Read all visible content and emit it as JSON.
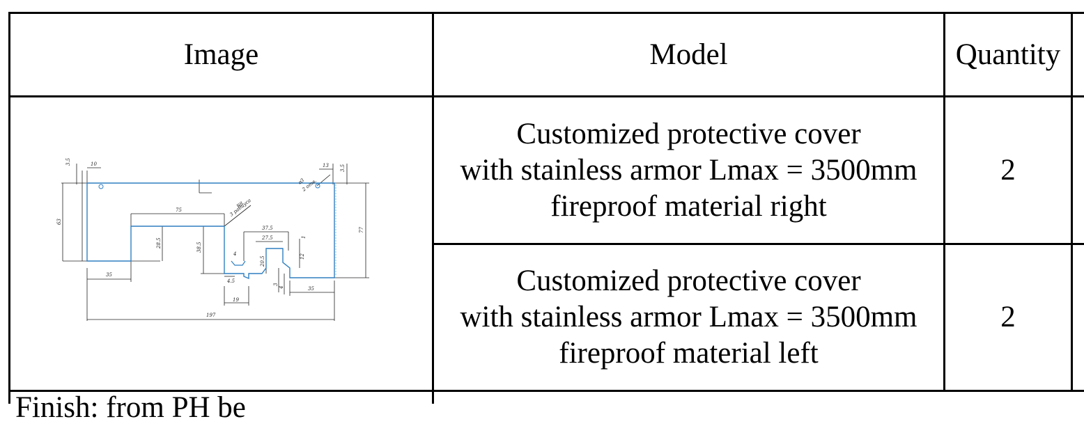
{
  "table": {
    "headers": {
      "image": "Image",
      "model": "Model",
      "quantity": "Quantity"
    },
    "rows": [
      {
        "model_lines": [
          "Customized protective cover",
          "with stainless armor Lmax = 3500mm",
          "fireproof material right"
        ],
        "quantity": "2"
      },
      {
        "model_lines": [
          "Customized protective cover",
          "with stainless armor Lmax = 3500mm",
          "fireproof material left"
        ],
        "quantity": "2"
      }
    ],
    "footer_partial_text": "Finish: from PH be"
  },
  "drawing": {
    "dims": {
      "d35a": "3.5",
      "d10": "10",
      "d13": "13",
      "d35b": "3.5",
      "d63": "63",
      "d77": "77",
      "d75": "75",
      "d285": "28.5",
      "d385": "38.5",
      "d375": "37.5",
      "d275": "27.5",
      "d205": "20.5",
      "d1": "1",
      "d12": "12",
      "d4a": "4",
      "d45": "4.5",
      "d19": "19",
      "d3": "3",
      "d4b": "4",
      "d35left": "35",
      "d35right": "35",
      "d197": "197",
      "r8": "R8",
      "r8note": "3 радиуса",
      "d3h": "⌀3",
      "d3hnote": "2 отв."
    },
    "colors": {
      "outline": "#2f7fc0",
      "dims": "#222222"
    }
  }
}
